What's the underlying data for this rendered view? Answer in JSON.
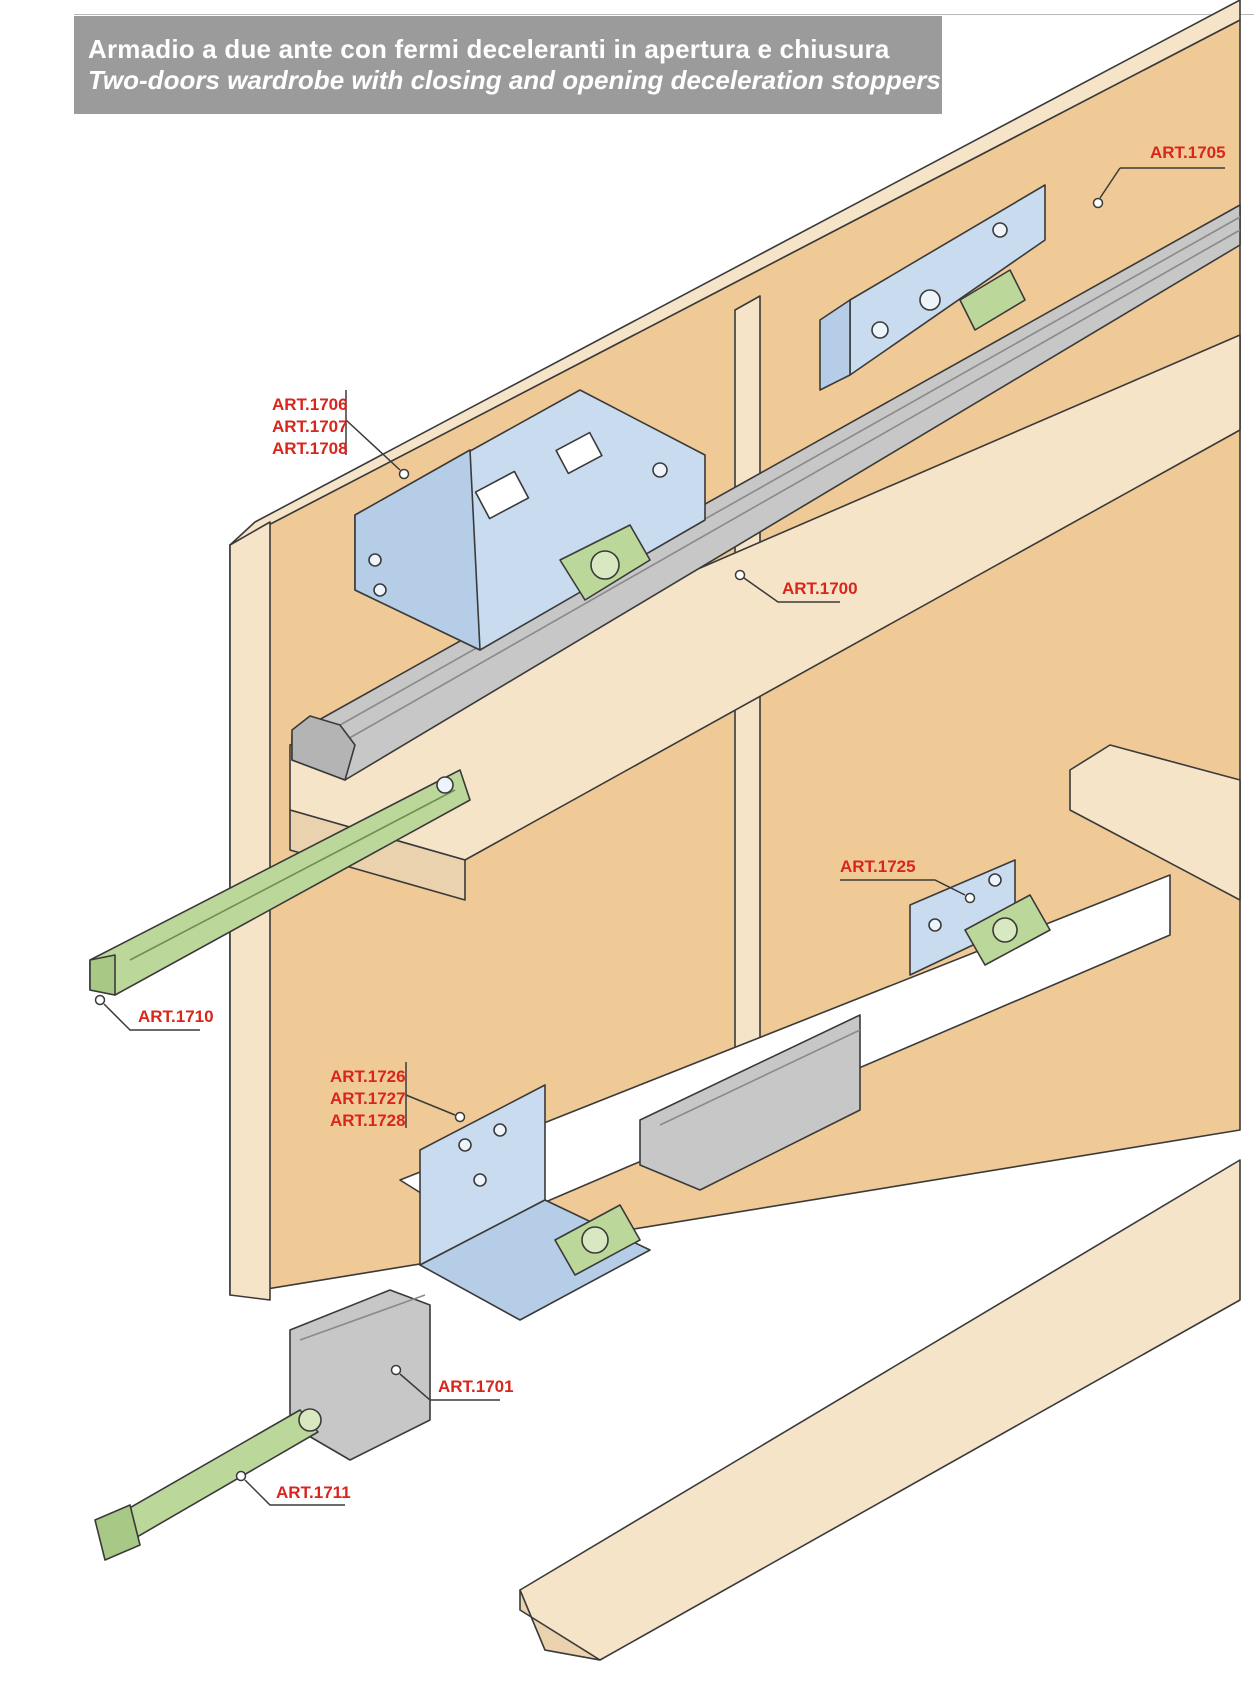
{
  "header": {
    "title_it": "Armadio a due ante con fermi deceleranti in apertura e chiusura",
    "title_en": "Two-doors wardrobe with closing and opening deceleration stoppers"
  },
  "colors": {
    "wood": "#efc996",
    "wood_light": "#f6e4c8",
    "steel": "#c9dcef",
    "aluminium": "#c7c7c7",
    "green": "#bcd79a",
    "label_red": "#d9261c",
    "title_bg": "#9b9b9b"
  },
  "labels": {
    "art1705": "ART.1705",
    "art1706": "ART.1706",
    "art1707": "ART.1707",
    "art1708": "ART.1708",
    "art1700": "ART.1700",
    "art1725": "ART.1725",
    "art1710": "ART.1710",
    "art1726": "ART.1726",
    "art1727": "ART.1727",
    "art1728": "ART.1728",
    "art1701": "ART.1701",
    "art1711": "ART.1711"
  }
}
